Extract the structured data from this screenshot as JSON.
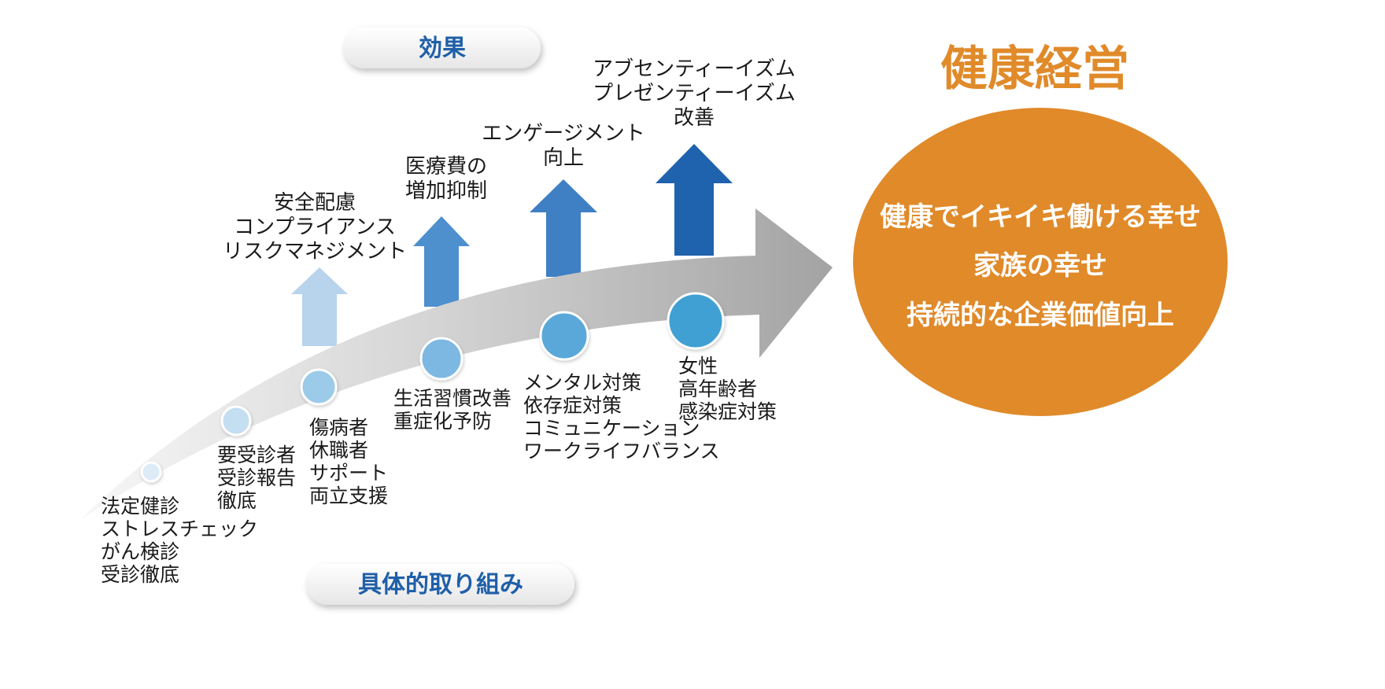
{
  "labels": {
    "effects": "効果",
    "initiatives": "具体的取り組み",
    "goal_title": "健康経営"
  },
  "goal_lines": [
    "健康でイキイキ働ける幸せ",
    "家族の幸せ",
    "持続的な企業価値向上"
  ],
  "effects": [
    {
      "lines": [
        "安全配慮",
        "コンプライアンス",
        "リスクマネジメント"
      ],
      "color": "#b8d3ec"
    },
    {
      "lines": [
        "医療費の",
        "増加抑制"
      ],
      "color": "#4e8fce"
    },
    {
      "lines": [
        "エンゲージメント",
        "向上"
      ],
      "color": "#3f7fc3"
    },
    {
      "lines": [
        "アブセンティーイズム",
        "プレゼンティーイズム",
        "改善"
      ],
      "color": "#1f62ad"
    }
  ],
  "steps": [
    {
      "lines": [
        "法定健診",
        "ストレスチェック",
        "がん検診",
        "受診徹底"
      ],
      "color": "#ddebf7"
    },
    {
      "lines": [
        "要受診者",
        "受診報告",
        "徹底"
      ],
      "color": "#c4def2"
    },
    {
      "lines": [
        "傷病者",
        "休職者",
        "サポート",
        "両立支援"
      ],
      "color": "#9ccbe9"
    },
    {
      "lines": [
        "生活習慣改善",
        "重症化予防"
      ],
      "color": "#7bb8e2"
    },
    {
      "lines": [
        "メンタル対策",
        "依存症対策",
        "コミュニケーション",
        "ワークライフバランス"
      ],
      "color": "#5aa8da"
    },
    {
      "lines": [
        "女性",
        "高年齢者",
        "感染症対策"
      ],
      "color": "#40a0d3"
    }
  ],
  "colors": {
    "goal_fill": "#e08a2a",
    "pill_text": "#1f5fa8",
    "arrow_light": "#f5f5f5",
    "arrow_dark": "#a8a8a8"
  }
}
